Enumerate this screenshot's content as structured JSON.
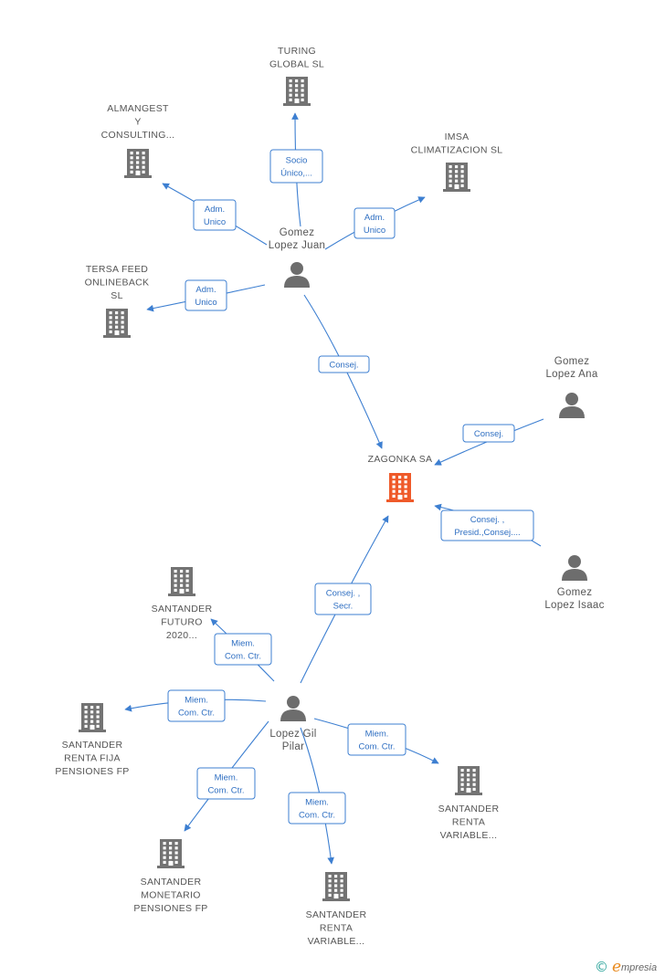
{
  "colors": {
    "edge": "#3d7fd1",
    "company": "#737373",
    "focus_company": "#ef5a2a",
    "person": "#6d6d6d",
    "label_text": "#555555",
    "role_text": "#2f6fc2"
  },
  "nodes": [
    {
      "id": "turing",
      "kind": "company",
      "icon": "building-icon",
      "label": [
        "TURING",
        "GLOBAL  SL"
      ]
    },
    {
      "id": "almangest",
      "kind": "company",
      "icon": "building-icon",
      "label": [
        "ALMANGEST",
        "Y",
        "CONSULTING..."
      ]
    },
    {
      "id": "imsa",
      "kind": "company",
      "icon": "building-icon",
      "label": [
        "IMSA",
        "CLIMATIZACION SL"
      ]
    },
    {
      "id": "tersa",
      "kind": "company",
      "icon": "building-icon",
      "label": [
        "TERSA FEED",
        "ONLINEBACK",
        "SL"
      ]
    },
    {
      "id": "gomez_juan",
      "kind": "person",
      "icon": "person-icon",
      "label": [
        "Gomez",
        "Lopez Juan"
      ]
    },
    {
      "id": "gomez_ana",
      "kind": "person",
      "icon": "person-icon",
      "label": [
        "Gomez",
        "Lopez Ana"
      ]
    },
    {
      "id": "zagonka",
      "kind": "focus",
      "icon": "building-icon",
      "label": [
        "ZAGONKA SA"
      ]
    },
    {
      "id": "gomez_isaac",
      "kind": "person",
      "icon": "person-icon",
      "label": [
        "Gomez",
        "Lopez Isaac"
      ]
    },
    {
      "id": "santander_futuro",
      "kind": "company",
      "icon": "building-icon",
      "label": [
        "SANTANDER",
        "FUTURO",
        "2020..."
      ]
    },
    {
      "id": "lopez_gil",
      "kind": "person",
      "icon": "person-icon",
      "label": [
        "Lopez Gil",
        "Pilar"
      ]
    },
    {
      "id": "santander_fija",
      "kind": "company",
      "icon": "building-icon",
      "label": [
        "SANTANDER",
        "RENTA FIJA",
        "PENSIONES FP"
      ]
    },
    {
      "id": "santander_variable_1",
      "kind": "company",
      "icon": "building-icon",
      "label": [
        "SANTANDER",
        "RENTA",
        "VARIABLE..."
      ]
    },
    {
      "id": "santander_monetario",
      "kind": "company",
      "icon": "building-icon",
      "label": [
        "SANTANDER",
        "MONETARIO",
        "PENSIONES FP"
      ]
    },
    {
      "id": "santander_variable_2",
      "kind": "company",
      "icon": "building-icon",
      "label": [
        "SANTANDER",
        "RENTA",
        "VARIABLE..."
      ]
    }
  ],
  "edges": [
    {
      "from": "gomez_juan",
      "to": "turing",
      "role": [
        "Socio",
        "Único,..."
      ]
    },
    {
      "from": "gomez_juan",
      "to": "almangest",
      "role": [
        "Adm.",
        "Unico"
      ]
    },
    {
      "from": "gomez_juan",
      "to": "imsa",
      "role": [
        "Adm.",
        "Unico"
      ]
    },
    {
      "from": "gomez_juan",
      "to": "tersa",
      "role": [
        "Adm.",
        "Unico"
      ]
    },
    {
      "from": "gomez_juan",
      "to": "zagonka",
      "role": [
        "Consej."
      ]
    },
    {
      "from": "gomez_ana",
      "to": "zagonka",
      "role": [
        "Consej."
      ]
    },
    {
      "from": "gomez_isaac",
      "to": "zagonka",
      "role": [
        "Consej. ,",
        "Presid.,Consej...."
      ]
    },
    {
      "from": "lopez_gil",
      "to": "zagonka",
      "role": [
        "Consej. ,",
        "Secr."
      ]
    },
    {
      "from": "lopez_gil",
      "to": "santander_futuro",
      "role": [
        "Miem.",
        "Com. Ctr."
      ]
    },
    {
      "from": "lopez_gil",
      "to": "santander_fija",
      "role": [
        "Miem.",
        "Com. Ctr."
      ]
    },
    {
      "from": "lopez_gil",
      "to": "santander_variable_1",
      "role": [
        "Miem.",
        "Com. Ctr."
      ]
    },
    {
      "from": "lopez_gil",
      "to": "santander_monetario",
      "role": [
        "Miem.",
        "Com. Ctr."
      ]
    },
    {
      "from": "lopez_gil",
      "to": "santander_variable_2",
      "role": [
        "Miem.",
        "Com. Ctr."
      ]
    }
  ],
  "watermark": {
    "copyright": "©",
    "brand_initial": "e",
    "brand_rest": "mpresia"
  }
}
